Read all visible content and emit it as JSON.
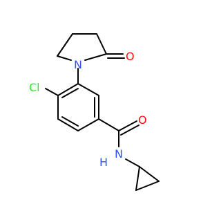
{
  "structure": {
    "atom_labels": {
      "oxygen_lactam": "O",
      "nitrogen_ring": "N",
      "chlorine": "Cl",
      "oxygen_amide": "O",
      "nitrogen_amide": "N",
      "hydrogen_amide": "H"
    },
    "colors": {
      "bond": "#000000",
      "oxygen": "#ff0d0d",
      "nitrogen": "#3050f8",
      "chlorine": "#1ff01f",
      "background": "#ffffff"
    }
  }
}
